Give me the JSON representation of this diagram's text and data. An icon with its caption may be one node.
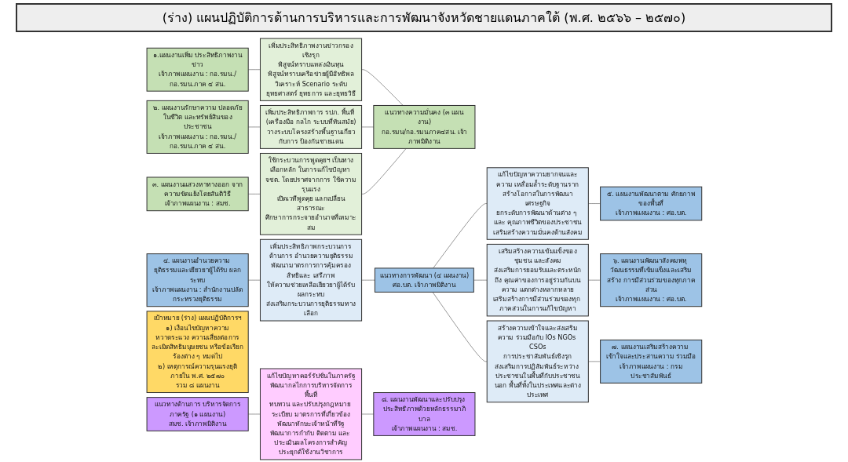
{
  "diagram": {
    "title": "(ร่าง) แผนปฏิบัติการด้านการบริหารและการพัฒนาจังหวัดชายแดนภาคใต้ (พ.ศ. ๒๕๖๖ – ๒๕๗๐)",
    "nodes": [
      {
        "text": [
          "๑.แผนงานเพิ่ม ประสิทธิภาพงานข่าว",
          "เจ้าภาพแผนงาน : กอ.รมน./กอ.รมน.ภาค ๔ สน."
        ]
      },
      {
        "text": [
          "เพิ่มประสิทธิภาพงานข่าวกรองเชิงรุก",
          "พิสูจน์ทราบแหล่งเงินทุน",
          "พิสูจน์ทราบเครือข่ายผู้มีอิทธิพล",
          "วิเคราะห์ Scenario ระดับยุทธศาสตร์ ยุทธการ และยุทธวิธี"
        ]
      },
      {
        "text": [
          "๒. แผนงานรักษาความ ปลอดภัยในชีวิต และทรัพย์สินของประชาชน",
          "เจ้าภาพแผนงาน : กอ.รมน./กอ.รมน.ภาค ๔ สน."
        ]
      },
      {
        "text": [
          "เพิ่มประสิทธิภาพการ รปภ. พื้นที่ (เครื่องมือ กลไก ระบบที่ทันสมัย)",
          "วางระบบโครงสร้างพื้นฐานเกี่ยวกับการ ป้องกันชายแดน"
        ]
      },
      {
        "text": [
          "๓. แผนงานแสวงหาทางออก จากความขัดแย้งโดยสันติวิธี",
          "เจ้าภาพแผนงาน : สมช."
        ]
      },
      {
        "text": [
          "ใช้กระบวนการพูดคุยฯ เป็นทางเลือกหลัก ในการแก้ไขปัญหา จชต. โดยปราศจากการ ใช้ความรุนแรง",
          "เปิดเวทีพูดคุย แลกเปลี่ยนสาธารณะ",
          "ศึกษาการกระจายอำนาจที่เหมาะสม"
        ]
      },
      {
        "text": [
          "๔. แผนงานอำนวยความ ยุติธรรมและเยียวยาผู้ได้รับ ผลกระทบ",
          "เจ้าภาพแผนงาน : สำนักงานปลัดกระทรวงยุติธรรม"
        ]
      },
      {
        "text": [
          "เพิ่มประสิทธิภาพกระบวนการด้านการ อำนวยความยุติธรรม",
          "พัฒนามาตรการการคุ้มครองสิทธิและ เสรีภาพ",
          "ให้ความช่วยเหลือเยียวยาผู้ได้รับผลกระทบ",
          "ส่งเสริมกระบวนการยุติธรรมทางเลือก"
        ]
      },
      {
        "text": [
          "เป้าหมาย (ร่าง) แผนปฏิบัติการฯ",
          "๑) เงื่อนไขปัญหาความหวาดระแวง ความเสี่ยงต่อการละเมิดสิทธิมนุษยชน หรือข้อเรียกร้องต่าง ๆ หมดไป",
          "๒) เหตุการณ์ความรุนแรงยุติภายใน พ.ศ. ๒๕๗๐",
          "รวม ๘ แผนงาน"
        ]
      },
      {
        "text": [
          "แนวทางความมั่นคง (๓ แผนงาน)",
          "กอ.รมน/กอ.รมนภาค๔สน. เจ้าภาพมิติงาน"
        ]
      },
      {
        "text": [
          "แนวทางการพัฒนา (๔ แผนงาน)",
          "ศอ.บต. เจ้าภาพมิติงาน"
        ]
      },
      {
        "text": [
          "แนวทางด้านการ บริหารจัดการภาครัฐ (๑ แผนงาน)",
          "สมช. เจ้าภาพมิติงาน"
        ]
      },
      {
        "text": [
          "แก้ไขปัญหาความยากจนและความ เหลื่อมล้ำระดับฐานราก",
          "สร้างโอกาสในการพัฒนาเศรษฐกิจ",
          "ยกระดับการพัฒนาด้านต่าง ๆ และ คุณภาพชีวิตของประชาชน",
          "เสริมสร้างความมั่นคงด้านสังคม"
        ]
      },
      {
        "text": [
          "๕. แผนงานพัฒนาตาม ศักยภาพของพื้นที่",
          "เจ้าภาพแผนงาน : ศอ.บต."
        ]
      },
      {
        "text": [
          "เสริมสร้างความเข้มแข็งของชุมชน และสังคม",
          "ส่งเสริมการยอมรับและตระหนักถึง คุณค่าของการอยู่ร่วมกันบนความ แตกต่างหลากหลาย",
          "เสริมสร้างการมีส่วนร่วมของทุก ภาคส่วนในการแก้ไขปัญหา"
        ]
      },
      {
        "text": [
          "๖. แผนงานพัฒนาสังคมพหุ วัฒนธรรมที่เข้มแข็งและเสริมสร้าง การมีส่วนร่วมของทุกภาคส่วน",
          "เจ้าภาพแผนงาน : ศอ.บต."
        ]
      },
      {
        "text": [
          "สร้างความเข้าใจและส่งเสริมความ ร่วมมือกับ IOs NGOs CSOs",
          "การประชาสัมพันธ์เชิงรุก",
          "ส่งเสริมการปฏิสัมพันธ์ระหว่าง ประชาชนในพื้นที่กับประชาชนนอก พื้นที่ทั้งในประเทศและต่างประเทศ"
        ]
      },
      {
        "text": [
          "๗. แผนงานเสริมสร้างความ เข้าใจและประสานความ ร่วมมือ",
          "เจ้าภาพแผนงาน : กรมประชาสัมพันธ์"
        ]
      },
      {
        "text": [
          "แก้ไขปัญหาคอร์รัปชั่นในภาครัฐ",
          "พัฒนากลไกการบริหารจัดการพื้นที่",
          "ทบทวน และปรับปรุงกฎหมาย ระเบียบ มาตรการที่เกี่ยวข้อง",
          "พัฒนาทักษะเจ้าหน้าที่รัฐ",
          "พัฒนาการกำกับ ติดตาม และ ประเมินผลโครงการสำคัญ",
          "ประยุกต์ใช้งานวิชาการ"
        ]
      },
      {
        "text": [
          "๘. แผนงานพัฒนาและปรับปรุง ประสิทธิภาพด้วยหลักธรรมาภิบาล",
          "เจ้าภาพแผนงาน : สมช."
        ]
      }
    ],
    "edges": [
      {
        "from": 0,
        "to": 1,
        "arrow": "none"
      },
      {
        "from": 2,
        "to": 3,
        "arrow": "none"
      },
      {
        "from": 4,
        "to": 5,
        "arrow": "none"
      },
      {
        "from": 6,
        "to": 7,
        "arrow": "none"
      },
      {
        "from": 1,
        "to": 9,
        "arrow": "none"
      },
      {
        "from": 3,
        "to": 9,
        "arrow": "none"
      },
      {
        "from": 5,
        "to": 9,
        "arrow": "none"
      },
      {
        "from": 7,
        "to": 10,
        "arrow": "none"
      },
      {
        "from": 10,
        "to": 12,
        "arrow": "none"
      },
      {
        "from": 10,
        "to": 14,
        "arrow": "none"
      },
      {
        "from": 10,
        "to": 16,
        "arrow": "none"
      },
      {
        "from": 11,
        "to": 18,
        "arrow": "none"
      },
      {
        "from": 12,
        "to": 13,
        "arrow": "none"
      },
      {
        "from": 14,
        "to": 15,
        "arrow": "none"
      },
      {
        "from": 16,
        "to": 17,
        "arrow": "none"
      },
      {
        "from": 18,
        "to": 19,
        "arrow": "none"
      }
    ]
  }
}
